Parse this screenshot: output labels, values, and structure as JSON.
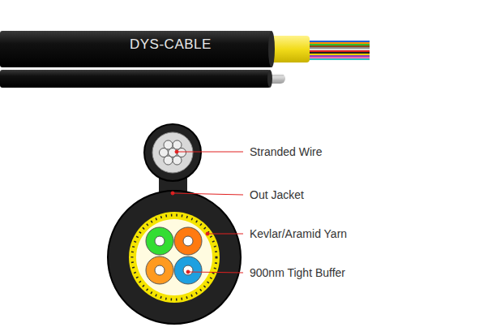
{
  "diagram": {
    "labels": [
      "DYS-CABLE",
      "Stranded Wire",
      "Out Jacket",
      "Kevlar/Aramid Yarn",
      "900nm Tight Buffer"
    ]
  }
}
